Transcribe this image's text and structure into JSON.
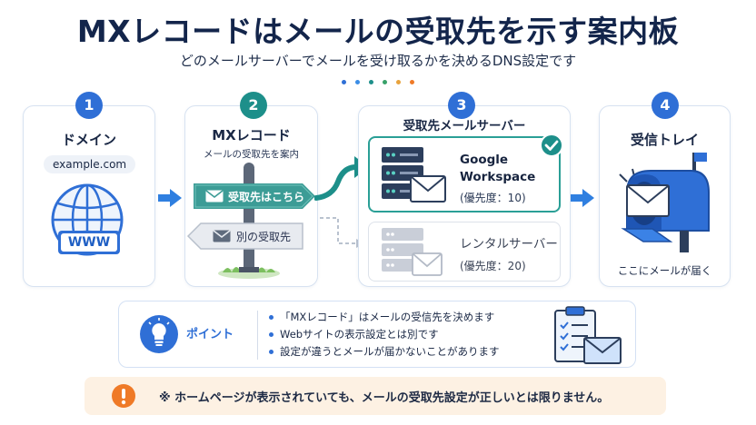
{
  "header": {
    "title": "MXレコードはメールの受取先を示す案内板",
    "subtitle": "どのメールサーバーでメールを受け取るかを決めるDNS設定です"
  },
  "colors": {
    "dots": [
      "#2f6fd6",
      "#3b8de6",
      "#1d8f8a",
      "#38a169",
      "#e8a33d",
      "#ef7a27"
    ]
  },
  "steps": [
    {
      "number": "1",
      "title": "ドメイン",
      "domain_value": "example.com",
      "badge": "WWW"
    },
    {
      "number": "2",
      "title": "MXレコード",
      "caption": "メールの受取先を案内",
      "sign_primary": "受取先はこちら",
      "sign_secondary": "別の受取先"
    },
    {
      "number": "3",
      "title": "受取先メールサーバー",
      "servers": [
        {
          "name_line1": "Google",
          "name_line2": "Workspace",
          "priority": "(優先度：10)"
        },
        {
          "name_line1": "レンタルサーバー",
          "priority": "(優先度：20)"
        }
      ]
    },
    {
      "number": "4",
      "title": "受信トレイ",
      "caption": "ここにメールが届く"
    }
  ],
  "point": {
    "label": "ポイント",
    "items": [
      "「MXレコード」はメールの受信先を決めます",
      "Webサイトの表示設定とは別です",
      "設定が違うとメールが届かないことがあります"
    ]
  },
  "warning": {
    "text": "※ ホームページが表示されていても、メールの受取先設定が正しいとは限りません。"
  }
}
